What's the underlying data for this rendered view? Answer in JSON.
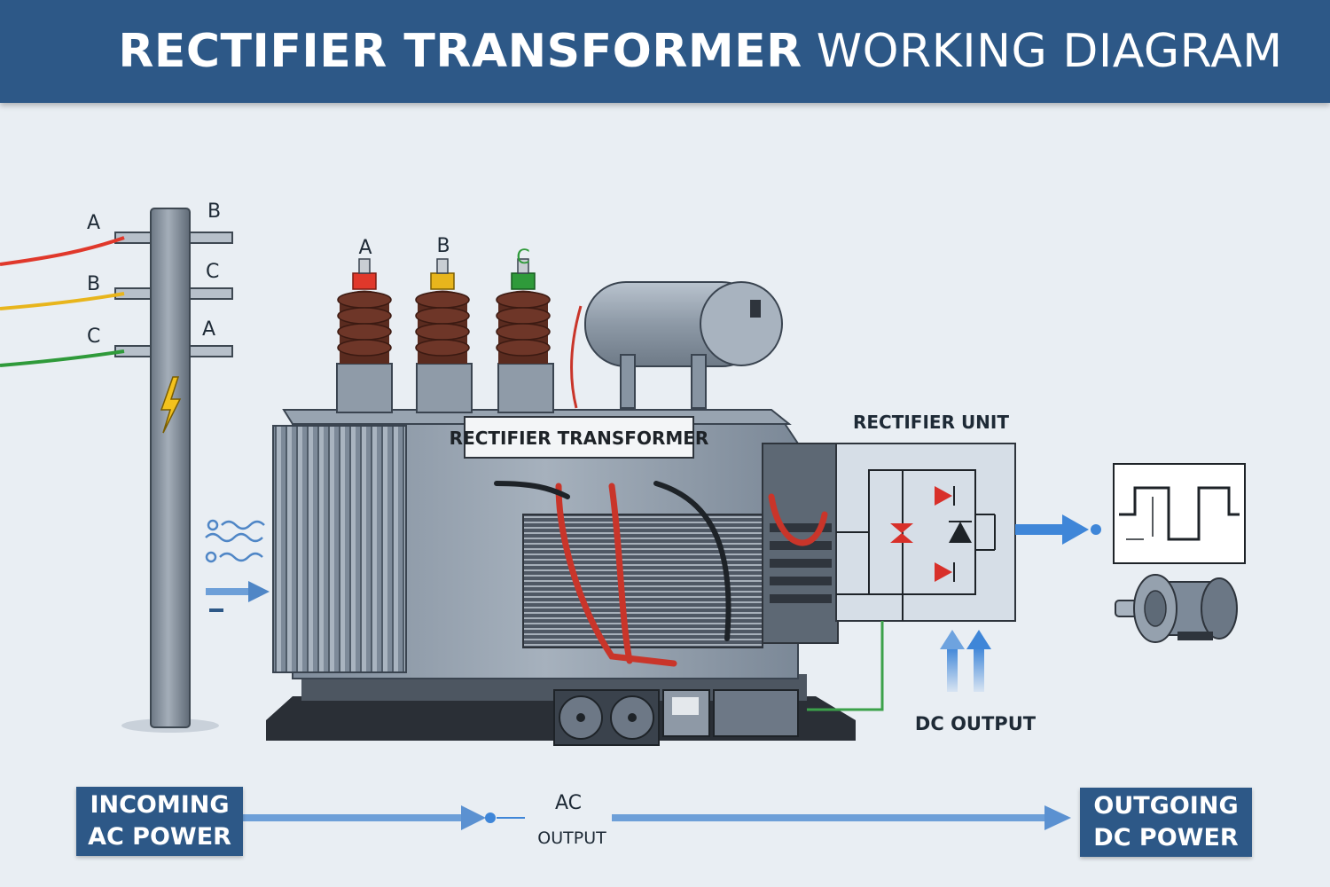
{
  "header": {
    "title_bold": "RECTIFIER TRANSFORMER",
    "title_light": "WORKING DIAGRAM"
  },
  "pole": {
    "left_labels": [
      "A",
      "B",
      "C"
    ],
    "right_labels": [
      "B",
      "C",
      "A"
    ]
  },
  "transformer": {
    "bushing_labels": [
      "A",
      "B",
      "C"
    ],
    "nameplate": "RECTIFIER TRANSFORMER"
  },
  "rectifier": {
    "label": "RECTIFIER UNIT",
    "dc_output_label": "DC OUTPUT"
  },
  "flow": {
    "incoming_line1": "INCOMING",
    "incoming_line2": "AC POWER",
    "ac_label": "AC",
    "output_label": "OUTPUT",
    "outgoing_line1": "OUTGOING",
    "outgoing_line2": "DC POWER"
  },
  "colors": {
    "header": "#2d5887",
    "phase_a": "#e0382b",
    "phase_b": "#e8b51c",
    "phase_c": "#2f9a3a",
    "flow_arrow": "#6d9fd8",
    "transformer_body": "#8a97a6"
  }
}
